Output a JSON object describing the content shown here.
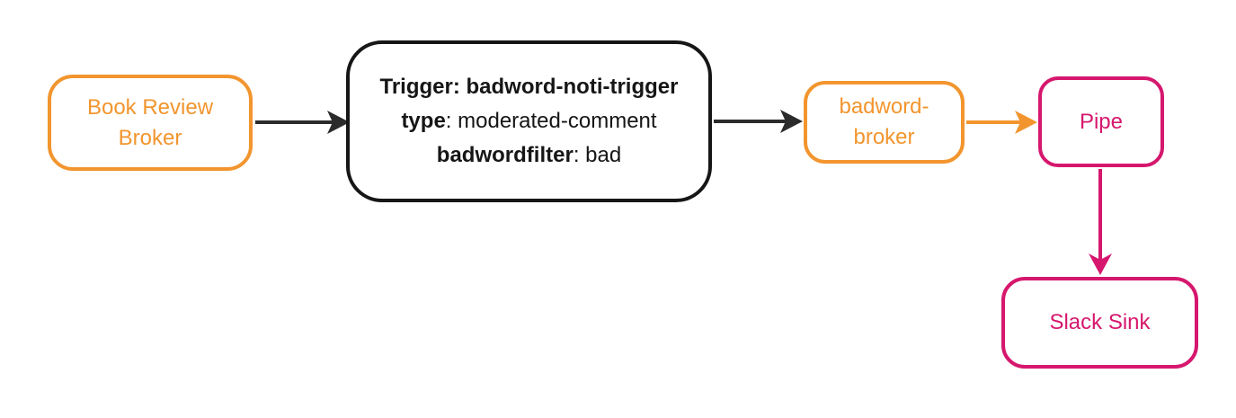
{
  "diagram": {
    "colors": {
      "background": "#ffffff",
      "orange": "#F2952E",
      "pink": "#D6176E",
      "ink": "#161616",
      "arrow-dark": "#2b2b2b",
      "text-dark": "#111111"
    },
    "nodes": {
      "book_review_broker": {
        "line1": "Book Review",
        "line2": "Broker"
      },
      "trigger": {
        "line1": "Trigger: badword-noti-trigger",
        "line2_key": "type",
        "line2_rest": ": moderated-comment",
        "line3_key": "badwordfilter",
        "line3_rest": ": bad"
      },
      "badword_broker": {
        "line1": "badword-",
        "line2": "broker"
      },
      "pipe": {
        "label": "Pipe"
      },
      "slack_sink": {
        "label": "Slack Sink"
      }
    },
    "edges": [
      {
        "from": "book_review_broker",
        "to": "trigger",
        "color": "#2b2b2b"
      },
      {
        "from": "trigger",
        "to": "badword_broker",
        "color": "#2b2b2b"
      },
      {
        "from": "badword_broker",
        "to": "pipe",
        "color": "#F2952E"
      },
      {
        "from": "pipe",
        "to": "slack_sink",
        "color": "#D6176E"
      }
    ]
  }
}
